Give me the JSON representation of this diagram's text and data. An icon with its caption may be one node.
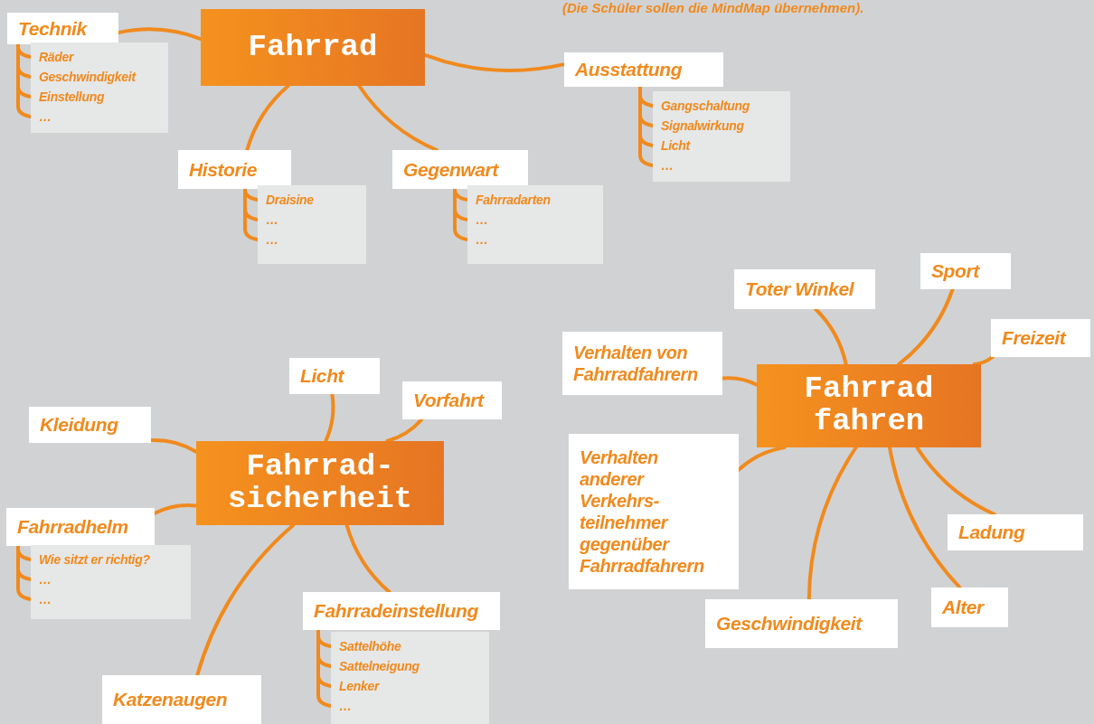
{
  "diagram": {
    "nodes": [
      {
        "text": [
          "Fahrrad"
        ]
      },
      {
        "text": [
          "Technik"
        ]
      },
      {
        "text": [],
        "shape": "box"
      },
      {
        "text": [
          "Räder"
        ],
        "in": 2
      },
      {
        "text": [
          "Geschwindigkeit"
        ],
        "in": 2
      },
      {
        "text": [
          "Einstellung"
        ],
        "in": 2
      },
      {
        "text": [
          "…"
        ],
        "in": 2
      },
      {
        "text": [
          "Ausstattung"
        ]
      },
      {
        "text": [],
        "shape": "box"
      },
      {
        "text": [
          "Gangschaltung"
        ],
        "in": 8
      },
      {
        "text": [
          "Signalwirkung"
        ],
        "in": 8
      },
      {
        "text": [
          "Licht"
        ],
        "in": 8
      },
      {
        "text": [
          "…"
        ],
        "in": 8
      },
      {
        "text": [
          "Historie"
        ]
      },
      {
        "text": [],
        "shape": "box"
      },
      {
        "text": [
          "Draisine"
        ],
        "in": 14
      },
      {
        "text": [
          "…"
        ],
        "in": 14
      },
      {
        "text": [
          "…"
        ],
        "in": 14
      },
      {
        "text": [
          "Gegenwart"
        ]
      },
      {
        "text": [],
        "shape": "box"
      },
      {
        "text": [
          "Fahrradarten"
        ],
        "in": 19
      },
      {
        "text": [
          "…"
        ],
        "in": 19
      },
      {
        "text": [
          "…"
        ],
        "in": 19
      },
      {
        "text": [
          "Fahrrad- sicherheit"
        ]
      },
      {
        "text": [
          "Licht"
        ]
      },
      {
        "text": [
          "Vorfahrt"
        ]
      },
      {
        "text": [
          "Kleidung"
        ]
      },
      {
        "text": [
          "Fahrradhelm"
        ]
      },
      {
        "text": [],
        "shape": "box"
      },
      {
        "text": [
          "Wie sitzt er richtig?"
        ],
        "in": 28
      },
      {
        "text": [
          "…"
        ],
        "in": 28
      },
      {
        "text": [
          "…"
        ],
        "in": 28
      },
      {
        "text": [
          "Katzenaugen"
        ]
      },
      {
        "text": [
          "Fahrradeinstellung"
        ]
      },
      {
        "text": [],
        "shape": "box"
      },
      {
        "text": [
          "Sattelhöhe"
        ],
        "in": 34
      },
      {
        "text": [
          "Sattelneigung"
        ],
        "in": 34
      },
      {
        "text": [
          "Lenker"
        ],
        "in": 34
      },
      {
        "text": [
          "…"
        ],
        "in": 34
      },
      {
        "text": [
          "Fahrrad fahren"
        ]
      },
      {
        "text": [
          "Toter Winkel"
        ]
      },
      {
        "text": [
          "Sport"
        ]
      },
      {
        "text": [
          "Freizeit"
        ]
      },
      {
        "text": [
          "Verhalten von Fahrradfahrern"
        ]
      },
      {
        "text": [
          "Verhalten anderer Verkehrs- teilnehmer gegenüber Fahrradfahrern"
        ]
      },
      {
        "text": [
          "Ladung"
        ]
      },
      {
        "text": [
          "Alter"
        ]
      },
      {
        "text": [
          "Geschwindigkeit"
        ]
      }
    ],
    "edges": [
      {
        "from": 0,
        "to": 1,
        "arrow": "none"
      },
      {
        "from": 0,
        "to": 7,
        "arrow": "none"
      },
      {
        "from": 0,
        "to": 13,
        "arrow": "none"
      },
      {
        "from": 0,
        "to": 18,
        "arrow": "none"
      },
      {
        "from": 1,
        "to": 3,
        "arrow": "none"
      },
      {
        "from": 1,
        "to": 4,
        "arrow": "none"
      },
      {
        "from": 1,
        "to": 5,
        "arrow": "none"
      },
      {
        "from": 1,
        "to": 6,
        "arrow": "none"
      },
      {
        "from": 7,
        "to": 9,
        "arrow": "none"
      },
      {
        "from": 7,
        "to": 10,
        "arrow": "none"
      },
      {
        "from": 7,
        "to": 11,
        "arrow": "none"
      },
      {
        "from": 7,
        "to": 12,
        "arrow": "none"
      },
      {
        "from": 13,
        "to": 15,
        "arrow": "none"
      },
      {
        "from": 13,
        "to": 16,
        "arrow": "none"
      },
      {
        "from": 13,
        "to": 17,
        "arrow": "none"
      },
      {
        "from": 18,
        "to": 20,
        "arrow": "none"
      },
      {
        "from": 18,
        "to": 21,
        "arrow": "none"
      },
      {
        "from": 18,
        "to": 22,
        "arrow": "none"
      },
      {
        "from": 23,
        "to": 24,
        "arrow": "none"
      },
      {
        "from": 23,
        "to": 25,
        "arrow": "none"
      },
      {
        "from": 23,
        "to": 26,
        "arrow": "none"
      },
      {
        "from": 23,
        "to": 27,
        "arrow": "none"
      },
      {
        "from": 23,
        "to": 32,
        "arrow": "none"
      },
      {
        "from": 23,
        "to": 33,
        "arrow": "none"
      },
      {
        "from": 27,
        "to": 29,
        "arrow": "none"
      },
      {
        "from": 27,
        "to": 30,
        "arrow": "none"
      },
      {
        "from": 27,
        "to": 31,
        "arrow": "none"
      },
      {
        "from": 33,
        "to": 35,
        "arrow": "none"
      },
      {
        "from": 33,
        "to": 36,
        "arrow": "none"
      },
      {
        "from": 33,
        "to": 37,
        "arrow": "none"
      },
      {
        "from": 33,
        "to": 38,
        "arrow": "none"
      },
      {
        "from": 39,
        "to": 40,
        "arrow": "none"
      },
      {
        "from": 39,
        "to": 41,
        "arrow": "none"
      },
      {
        "from": 39,
        "to": 42,
        "arrow": "none"
      },
      {
        "from": 39,
        "to": 43,
        "arrow": "none"
      },
      {
        "from": 39,
        "to": 44,
        "arrow": "none"
      },
      {
        "from": 39,
        "to": 45,
        "arrow": "none"
      },
      {
        "from": 39,
        "to": 46,
        "arrow": "none"
      },
      {
        "from": 39,
        "to": 47,
        "arrow": "none"
      }
    ],
    "labels": [
      "(Die Schüler sollen die MindMap übernehmen)."
    ]
  }
}
